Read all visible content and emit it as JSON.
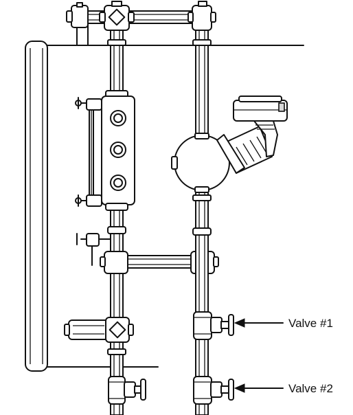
{
  "diagram": {
    "callouts": [
      {
        "id": "valve-1",
        "label": "Valve #1"
      },
      {
        "id": "valve-2",
        "label": "Valve #2"
      }
    ]
  }
}
